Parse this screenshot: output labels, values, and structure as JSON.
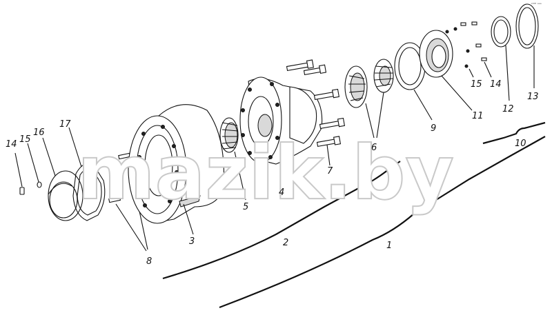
{
  "watermark": "mazik.by",
  "corner_mark": "ᵏᴹᴴ ᵃᵃᵃ",
  "labels": {
    "l1": "1",
    "l2": "2",
    "l3": "3",
    "l4": "4",
    "l5": "5",
    "l6": "6",
    "l7": "7",
    "l8": "8",
    "l9": "9",
    "l10": "10",
    "l11": "11",
    "l12": "12",
    "l13": "13",
    "l14_left": "14",
    "l14_right": "14",
    "l15_left": "15",
    "l15_right": "15",
    "l16": "16",
    "l17": "17"
  }
}
